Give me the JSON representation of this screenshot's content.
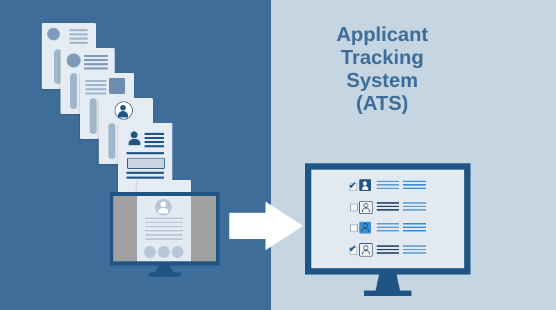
{
  "title": {
    "lines": [
      "Applicant",
      "Tracking",
      "System",
      "(ATS)"
    ]
  },
  "colors": {
    "left_bg": "#3d6d98",
    "right_bg": "#c5d5e2",
    "title": "#3b6d98",
    "monitor_frame": "#1e5585",
    "accent_blue": "#3b8fd6",
    "doc_bg": "#e6ecf3"
  },
  "left_panel": {
    "documents_count": 6,
    "input_monitor": "resume-on-screen"
  },
  "arrow": {
    "direction": "right",
    "color": "#ffffff"
  },
  "ats_monitor": {
    "rows": [
      {
        "checked": true,
        "avatar": "filled-dark"
      },
      {
        "checked": false,
        "avatar": "outline"
      },
      {
        "checked": false,
        "avatar": "filled-light"
      },
      {
        "checked": true,
        "avatar": "outline"
      }
    ]
  }
}
